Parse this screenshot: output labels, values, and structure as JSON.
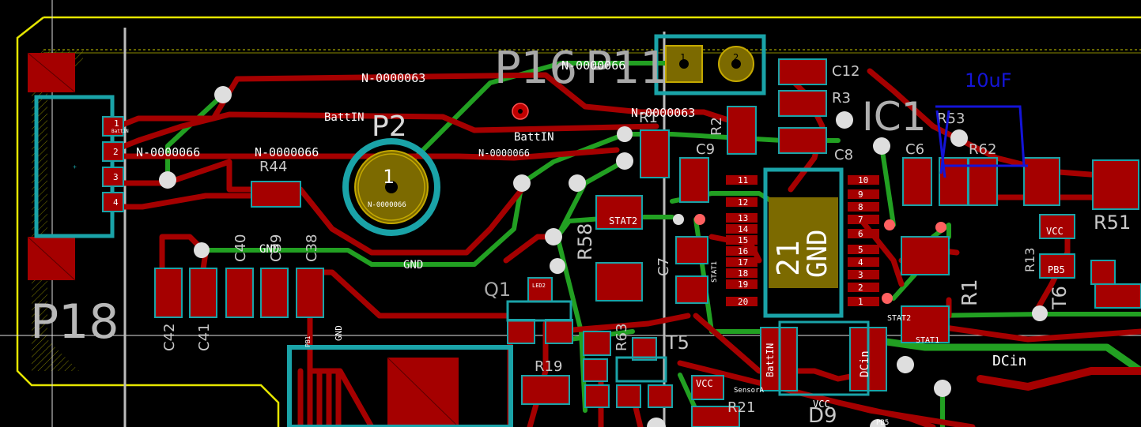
{
  "colors": {
    "background": "#000000",
    "copper_front": "#a50000",
    "copper_back": "#22a022",
    "pad_outline": "#1aa3a8",
    "silkscreen": "#c8c8c8",
    "board_edge": "#e6e600",
    "annotation": "#1414d8",
    "via": "#e8e8e0"
  },
  "refs": {
    "p18": "P18",
    "p16": "P16",
    "p11": "P11",
    "p2": "P2",
    "ic1": "IC1",
    "r44": "R44",
    "r58": "R58",
    "r19": "R19",
    "r63": "R63",
    "r21": "R21",
    "r1": "R1",
    "r13": "R13",
    "r51": "R51",
    "r62": "R62",
    "r53": "R53",
    "r2": "R2",
    "r1x": "R1",
    "r3": "R3",
    "c12": "C12",
    "c9": "C9",
    "c8": "C8",
    "c6": "C6",
    "c7": "C7",
    "c40": "C40",
    "c39": "C39",
    "c38": "C38",
    "c42": "C42",
    "c41": "C41",
    "q1": "Q1",
    "t5": "T5",
    "t6": "T6",
    "d9": "D9"
  },
  "nets": {
    "n63_a": "N-0000063",
    "n63_b": "N-0000063",
    "n66_top": "N-0000066",
    "n66_a": "N-0000066",
    "n66_b": "N-0000066",
    "n66_c": "N-0000066",
    "n66_pad": "N-0000066",
    "battin_a": "BattIN",
    "battin_b": "BattIN",
    "gnd_a": "GND",
    "gnd_b": "GND",
    "gnd_v": "GND",
    "gnd_ic": "GND",
    "dcin": "DCin",
    "dcin_pad": "DCin",
    "battin_pad": "BattIN",
    "stat2": "STAT2",
    "stat2_b": "STAT2",
    "stat1": "STAT1",
    "stat1_b": "STAT1",
    "vcc_a": "VCC",
    "vcc_b": "VCC",
    "vcc_c": "VCC",
    "sensora": "SensorA",
    "pb5": "PB5",
    "pb5_b": "PB5",
    "pb1": "PB1",
    "led2": "LED2"
  },
  "annotation": {
    "value": "10uF"
  },
  "pad_numbers": {
    "p2_pin": "1",
    "p11_1": "1",
    "p11_2": "2",
    "ic1_tab": "21",
    "left": [
      "11",
      "12",
      "13",
      "14",
      "15",
      "16",
      "17",
      "18",
      "19",
      "20"
    ],
    "right": [
      "10",
      "9",
      "8",
      "7",
      "6",
      "5",
      "4",
      "3",
      "2",
      "1"
    ]
  }
}
